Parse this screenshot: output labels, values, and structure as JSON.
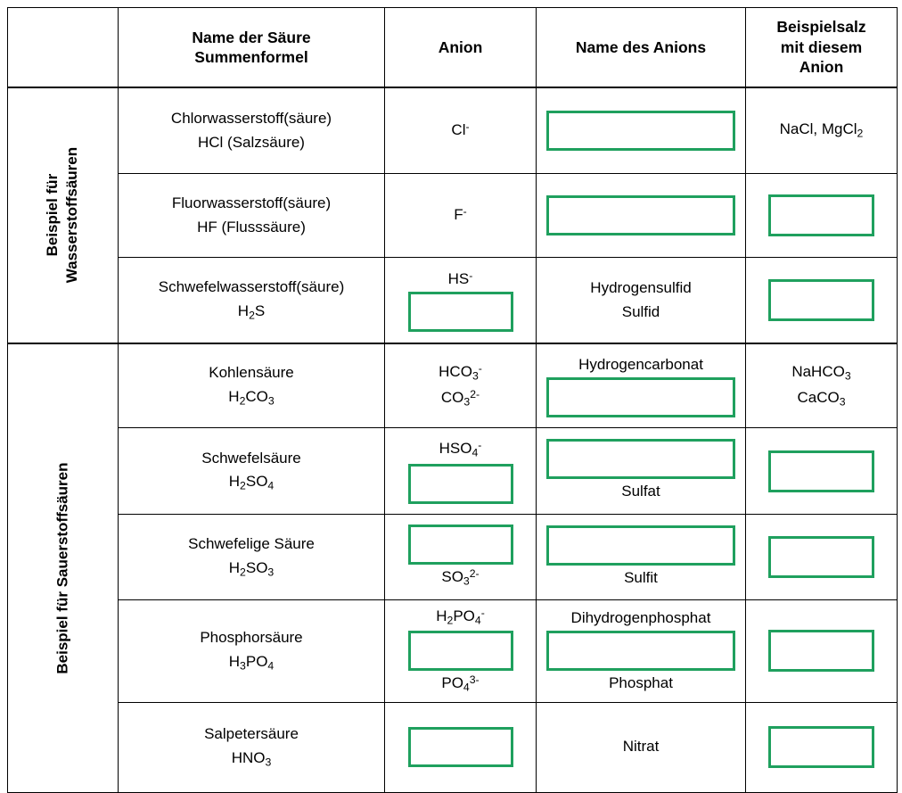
{
  "table": {
    "headers": {
      "side_blank": "",
      "acid": {
        "line1": "Name der Säure",
        "line2": "Summenformel"
      },
      "anion": "Anion",
      "anion_name": "Name des Anions",
      "salt": {
        "line1": "Beispielsalz",
        "line2": "mit diesem",
        "line3": "Anion"
      }
    },
    "sections": [
      {
        "id": "wasserstoffsaeuren",
        "label_line1": "Beispiel für",
        "label_line2": "Wasserstoffsäuren"
      },
      {
        "id": "sauerstoffsaeuren",
        "label_line1": "Beispiel für Sauerstoffsäuren",
        "label_line2": ""
      }
    ],
    "rows": [
      {
        "section": "wasserstoffsaeuren",
        "acid_name": "Chlorwasserstoff(säure)",
        "acid_formula": "HCl (Salzsäure)",
        "anion": [
          {
            "kind": "text",
            "value": "Cl⁻"
          }
        ],
        "anion_name": [
          {
            "kind": "box"
          }
        ],
        "salt": [
          {
            "kind": "text",
            "value": "NaCl, MgCl2"
          }
        ]
      },
      {
        "section": "wasserstoffsaeuren",
        "acid_name": "Fluorwasserstoff(säure)",
        "acid_formula": "HF (Flusssäure)",
        "anion": [
          {
            "kind": "text",
            "value": "F⁻"
          }
        ],
        "anion_name": [
          {
            "kind": "box"
          }
        ],
        "salt": [
          {
            "kind": "box"
          }
        ]
      },
      {
        "section": "wasserstoffsaeuren",
        "acid_name": "Schwefelwasserstoff(säure)",
        "acid_formula": "H2S",
        "anion": [
          {
            "kind": "text",
            "value": "HS⁻"
          },
          {
            "kind": "box"
          }
        ],
        "anion_name": [
          {
            "kind": "text",
            "value": "Hydrogensulfid"
          },
          {
            "kind": "text",
            "value": "Sulfid"
          }
        ],
        "salt": [
          {
            "kind": "box"
          }
        ]
      },
      {
        "section": "sauerstoffsaeuren",
        "acid_name": "Kohlensäure",
        "acid_formula": "H2CO3",
        "anion": [
          {
            "kind": "text",
            "value": "HCO3⁻"
          },
          {
            "kind": "text",
            "value": "CO3 2-"
          }
        ],
        "anion_name": [
          {
            "kind": "text",
            "value": "Hydrogencarbonat"
          },
          {
            "kind": "box"
          }
        ],
        "salt": [
          {
            "kind": "text",
            "value": "NaHCO3"
          },
          {
            "kind": "text",
            "value": "CaCO3"
          }
        ]
      },
      {
        "section": "sauerstoffsaeuren",
        "acid_name": "Schwefelsäure",
        "acid_formula": "H2SO4",
        "anion": [
          {
            "kind": "text",
            "value": "HSO4⁻"
          },
          {
            "kind": "box"
          }
        ],
        "anion_name": [
          {
            "kind": "box"
          },
          {
            "kind": "text",
            "value": "Sulfat"
          }
        ],
        "salt": [
          {
            "kind": "box"
          }
        ]
      },
      {
        "section": "sauerstoffsaeuren",
        "acid_name": "Schwefelige Säure",
        "acid_formula": "H2SO3",
        "anion": [
          {
            "kind": "box"
          },
          {
            "kind": "text",
            "value": "SO3 2-"
          }
        ],
        "anion_name": [
          {
            "kind": "box"
          },
          {
            "kind": "text",
            "value": "Sulfit"
          }
        ],
        "salt": [
          {
            "kind": "box"
          }
        ]
      },
      {
        "section": "sauerstoffsaeuren",
        "acid_name": "Phosphorsäure",
        "acid_formula": "H3PO4",
        "anion": [
          {
            "kind": "text",
            "value": "H2PO4⁻"
          },
          {
            "kind": "box"
          },
          {
            "kind": "text",
            "value": "PO4 3-"
          }
        ],
        "anion_name": [
          {
            "kind": "text",
            "value": "Dihydrogenphosphat"
          },
          {
            "kind": "box"
          },
          {
            "kind": "text",
            "value": "Phosphat"
          }
        ],
        "salt": [
          {
            "kind": "box"
          }
        ]
      },
      {
        "section": "sauerstoffsaeuren",
        "acid_name": "Salpetersäure",
        "acid_formula": "HNO3",
        "anion": [
          {
            "kind": "box"
          }
        ],
        "anion_name": [
          {
            "kind": "text",
            "value": "Nitrat"
          }
        ],
        "salt": [
          {
            "kind": "box"
          }
        ]
      }
    ]
  },
  "colors": {
    "box_border": "#1fa05e",
    "grid_line": "#000000",
    "text": "#000000",
    "background": "#ffffff"
  }
}
